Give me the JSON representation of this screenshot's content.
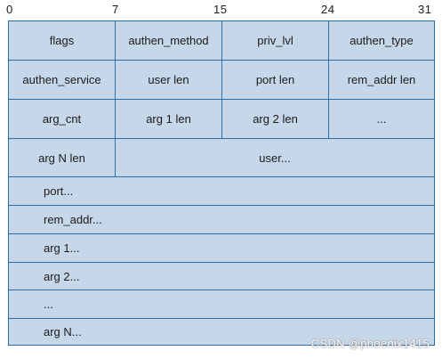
{
  "bit_positions": [
    "0",
    "7",
    "15",
    "24",
    "31"
  ],
  "rows": {
    "r1": [
      "flags",
      "authen_method",
      "priv_lvl",
      "authen_type"
    ],
    "r2": [
      "authen_service",
      "user len",
      "port len",
      "rem_addr len"
    ],
    "r3": [
      "arg_cnt",
      "arg 1 len",
      "arg 2 len",
      "..."
    ],
    "r4": [
      "arg N len",
      "user..."
    ],
    "full": [
      "port...",
      "rem_addr...",
      "arg 1...",
      "arg 2...",
      "...",
      "arg N..."
    ]
  },
  "watermark": "CSDN @phoenix1415",
  "colors": {
    "cell_fill": "#c6d7ea",
    "border": "#2a6fab"
  }
}
